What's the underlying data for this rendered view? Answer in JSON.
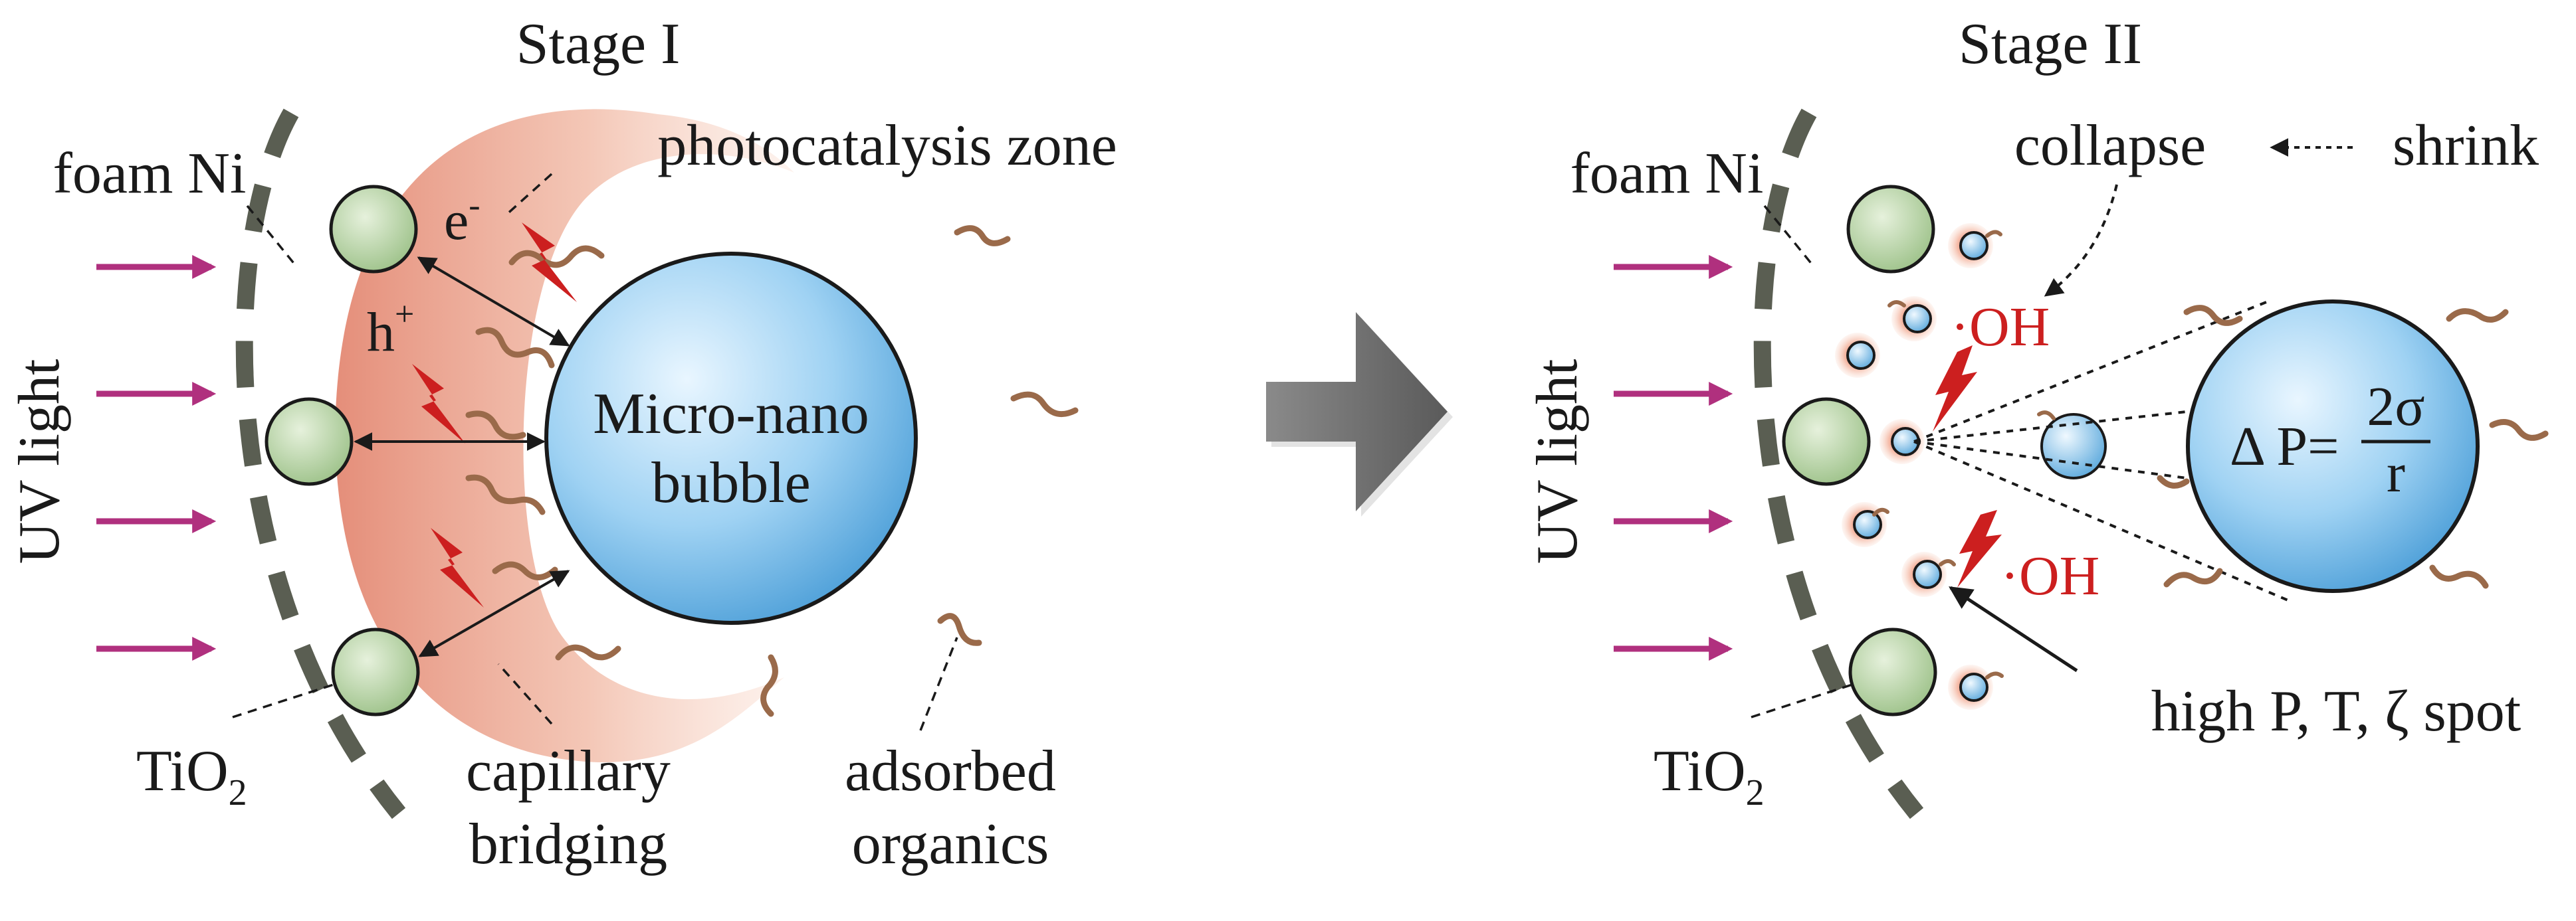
{
  "stage1": {
    "title": "Stage I",
    "uv_label": "UV light",
    "foam_label": "foam Ni",
    "tio2_main": "TiO",
    "tio2_sub": "2",
    "electron_main": "e",
    "electron_sup": "-",
    "hole_main": "h",
    "hole_sup": "+",
    "zone_label": "photocatalysis zone",
    "bubble_line1": "Micro-nano",
    "bubble_line2": "bubble",
    "capillary_line1": "capillary",
    "capillary_line2": "bridging",
    "adsorbed_line1": "adsorbed",
    "adsorbed_line2": "organics"
  },
  "stage2": {
    "title": "Stage II",
    "uv_label": "UV light",
    "foam_label": "foam Ni",
    "tio2_main": "TiO",
    "tio2_sub": "2",
    "collapse_label": "collapse",
    "shrink_label": "shrink",
    "oh_top": "·OH",
    "oh_bottom": "·OH",
    "hotspot_label": "high P, T, ζ spot",
    "eq_left": "Δ P=",
    "eq_num": "2σ",
    "eq_den": "r"
  },
  "colors": {
    "uv_arrow": "#b0307e",
    "particle_fill": "#c5dcb4",
    "foam_dash": "#5a5e52",
    "zone_glow": "#e8a48c",
    "bubble": "#7cbde8",
    "organic": "#9a6a4a",
    "radical": "#cc1f1f",
    "process_arrow": "#6e6e6e"
  },
  "icons": {
    "radical_bolt": "lightning-bolt-icon",
    "process_arrow": "right-block-arrow-icon"
  }
}
